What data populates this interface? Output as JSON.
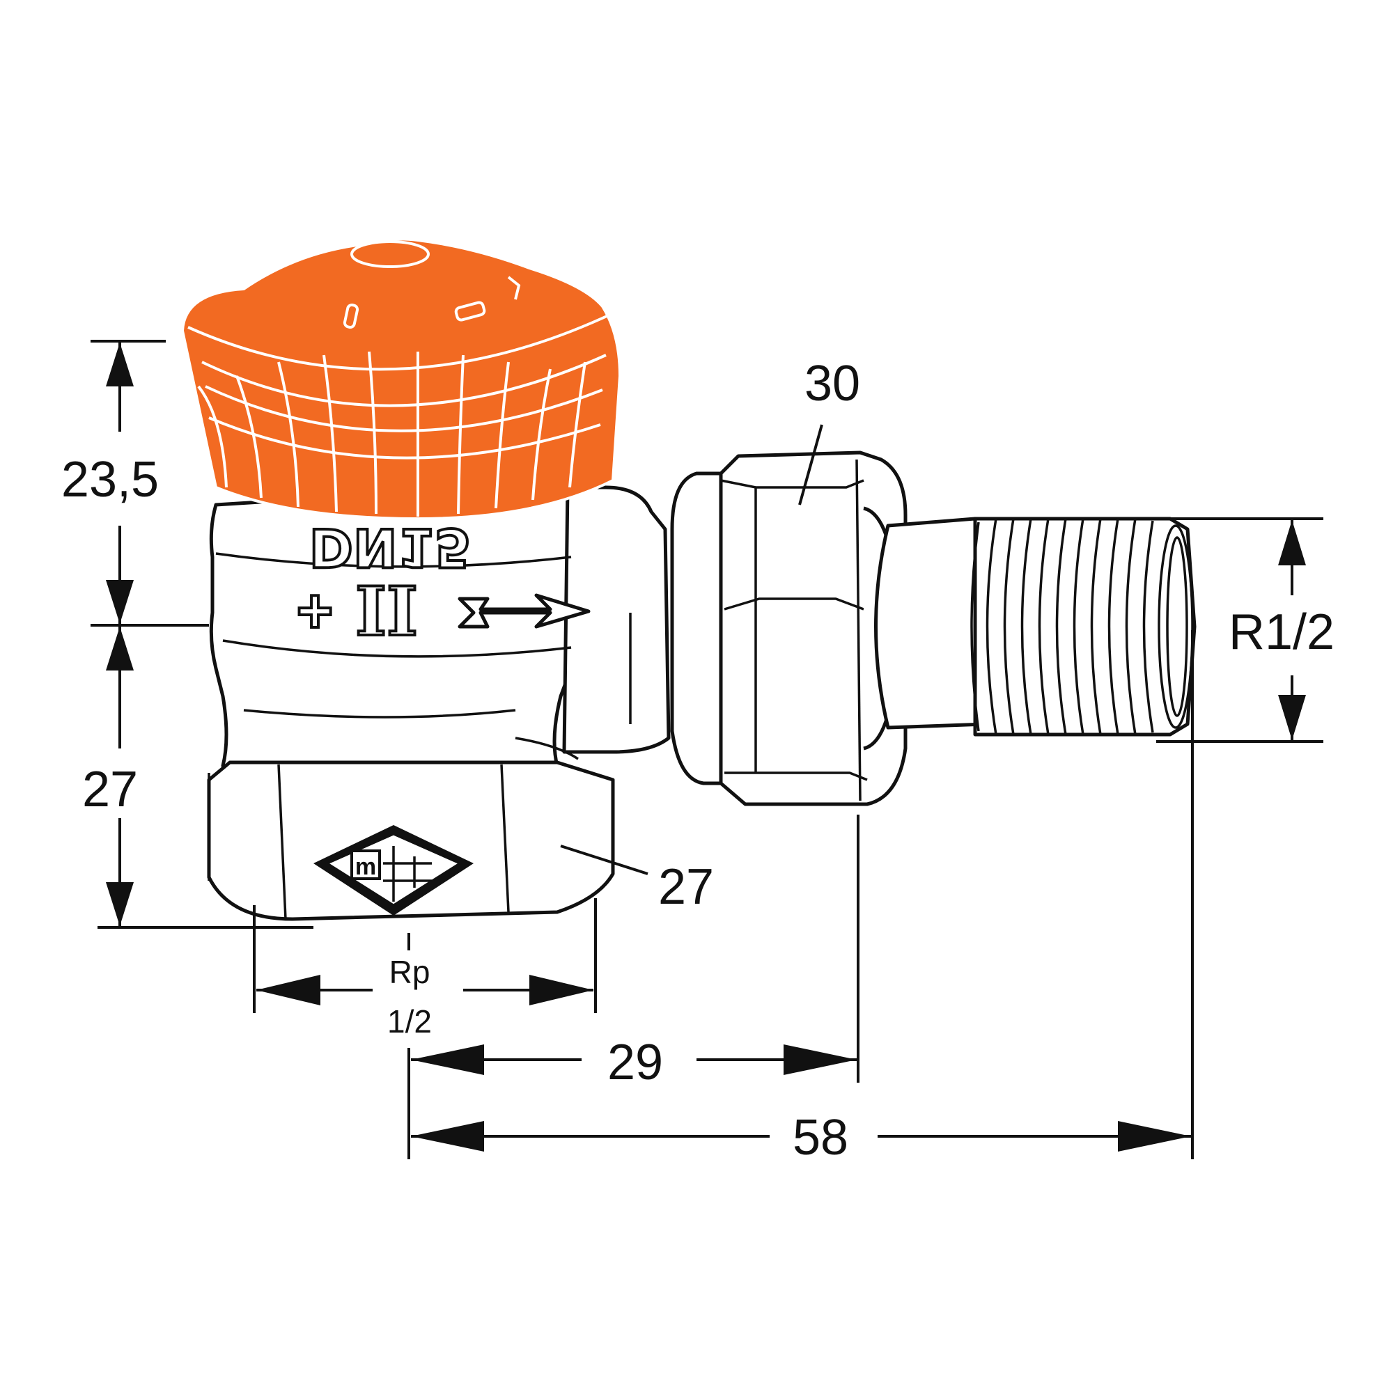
{
  "diagram": {
    "knob_color": "#f26a22",
    "body_markings": {
      "size_label": "DN15",
      "roman_numeral": "II",
      "plus_sign": "+",
      "brand_mark_icon": "diamond-h-logo-icon"
    },
    "dimensions": {
      "knob_height": "23,5",
      "body_height": "27",
      "hex_body": "27",
      "union_nut": "30",
      "thread_outlet": "R1/2",
      "inlet_thread_line1": "Rp",
      "inlet_thread_line2": "1/2",
      "axis_to_nut": "29",
      "axis_to_end": "58"
    }
  }
}
